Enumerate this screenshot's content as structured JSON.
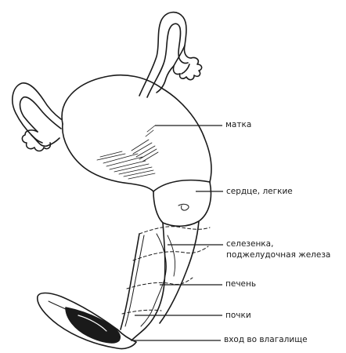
{
  "labels": {
    "uterus": "матка",
    "heart_lungs": "сердце, легкие",
    "spleen_line1": "селезенка,",
    "spleen_line2": "поджелудочная железа",
    "liver": "печень",
    "kidneys": "почки",
    "vaginal_entrance": "вход во влагалище"
  },
  "colors": {
    "ink": "#1a1a1a",
    "background": "#ffffff"
  }
}
